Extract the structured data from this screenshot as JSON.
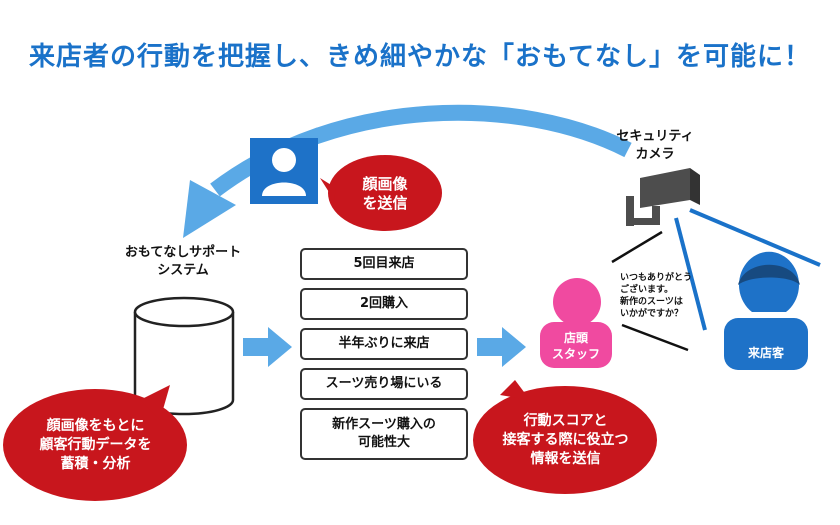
{
  "title": "来店者の行動を把握し、きめ細やかな「おもてなし」を可能に！",
  "camera": {
    "label_line1": "セキュリティ",
    "label_line2": "カメラ"
  },
  "system": {
    "label_line1": "おもてなしサポート",
    "label_line2": "システム"
  },
  "face_bubble": {
    "line1": "顔画像",
    "line2": "を送信"
  },
  "data_bubble": {
    "line1": "顔画像をもとに",
    "line2": "顧客行動データを",
    "line3": "蓄積・分析"
  },
  "score_bubble": {
    "line1": "行動スコアと",
    "line2": "接客する際に役立つ",
    "line3": "情報を送信"
  },
  "boxes": [
    {
      "line1": "5回目来店",
      "line2": ""
    },
    {
      "line1": "2回購入",
      "line2": ""
    },
    {
      "line1": "半年ぶりに来店",
      "line2": ""
    },
    {
      "line1": "スーツ売り場にいる",
      "line2": ""
    },
    {
      "line1": "新作スーツ購入の",
      "line2": "可能性大"
    }
  ],
  "staff": {
    "line1": "店頭",
    "line2": "スタッフ"
  },
  "customer": {
    "label": "来店客"
  },
  "speech": {
    "line1": "いつもありがとう",
    "line2": "ございます。",
    "line3": "新作のスーツは",
    "line4": "いかがですか？"
  },
  "colors": {
    "title_blue": "#1a72c9",
    "arrow_blue": "#5aa9e6",
    "bubble_red": "#c8161d",
    "staff_pink": "#f04aa0",
    "customer_blue": "#1e72c8",
    "camera_gray": "#4d4d4d"
  },
  "icons": [
    "user-icon",
    "camera-icon",
    "database-icon",
    "arrow-icon"
  ]
}
